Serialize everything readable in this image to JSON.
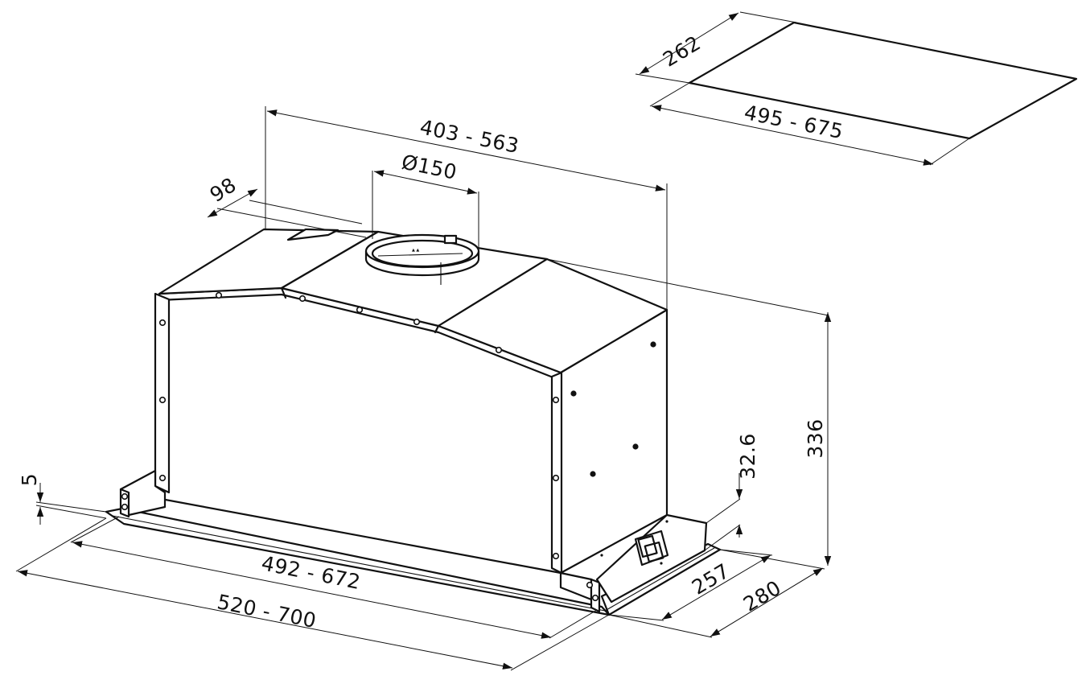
{
  "drawing": {
    "dimensions": {
      "cutout_depth": "262",
      "cutout_width": "495  -  675",
      "duct_spacing": "403  -  563",
      "duct_diameter": "Ø150",
      "rear_offset": "98",
      "total_height": "336",
      "front_lip": "32.6",
      "flange_thickness": "5",
      "body_width": "492  -  672",
      "frame_width": "520  -  700",
      "body_depth": "257",
      "frame_depth": "280"
    }
  }
}
